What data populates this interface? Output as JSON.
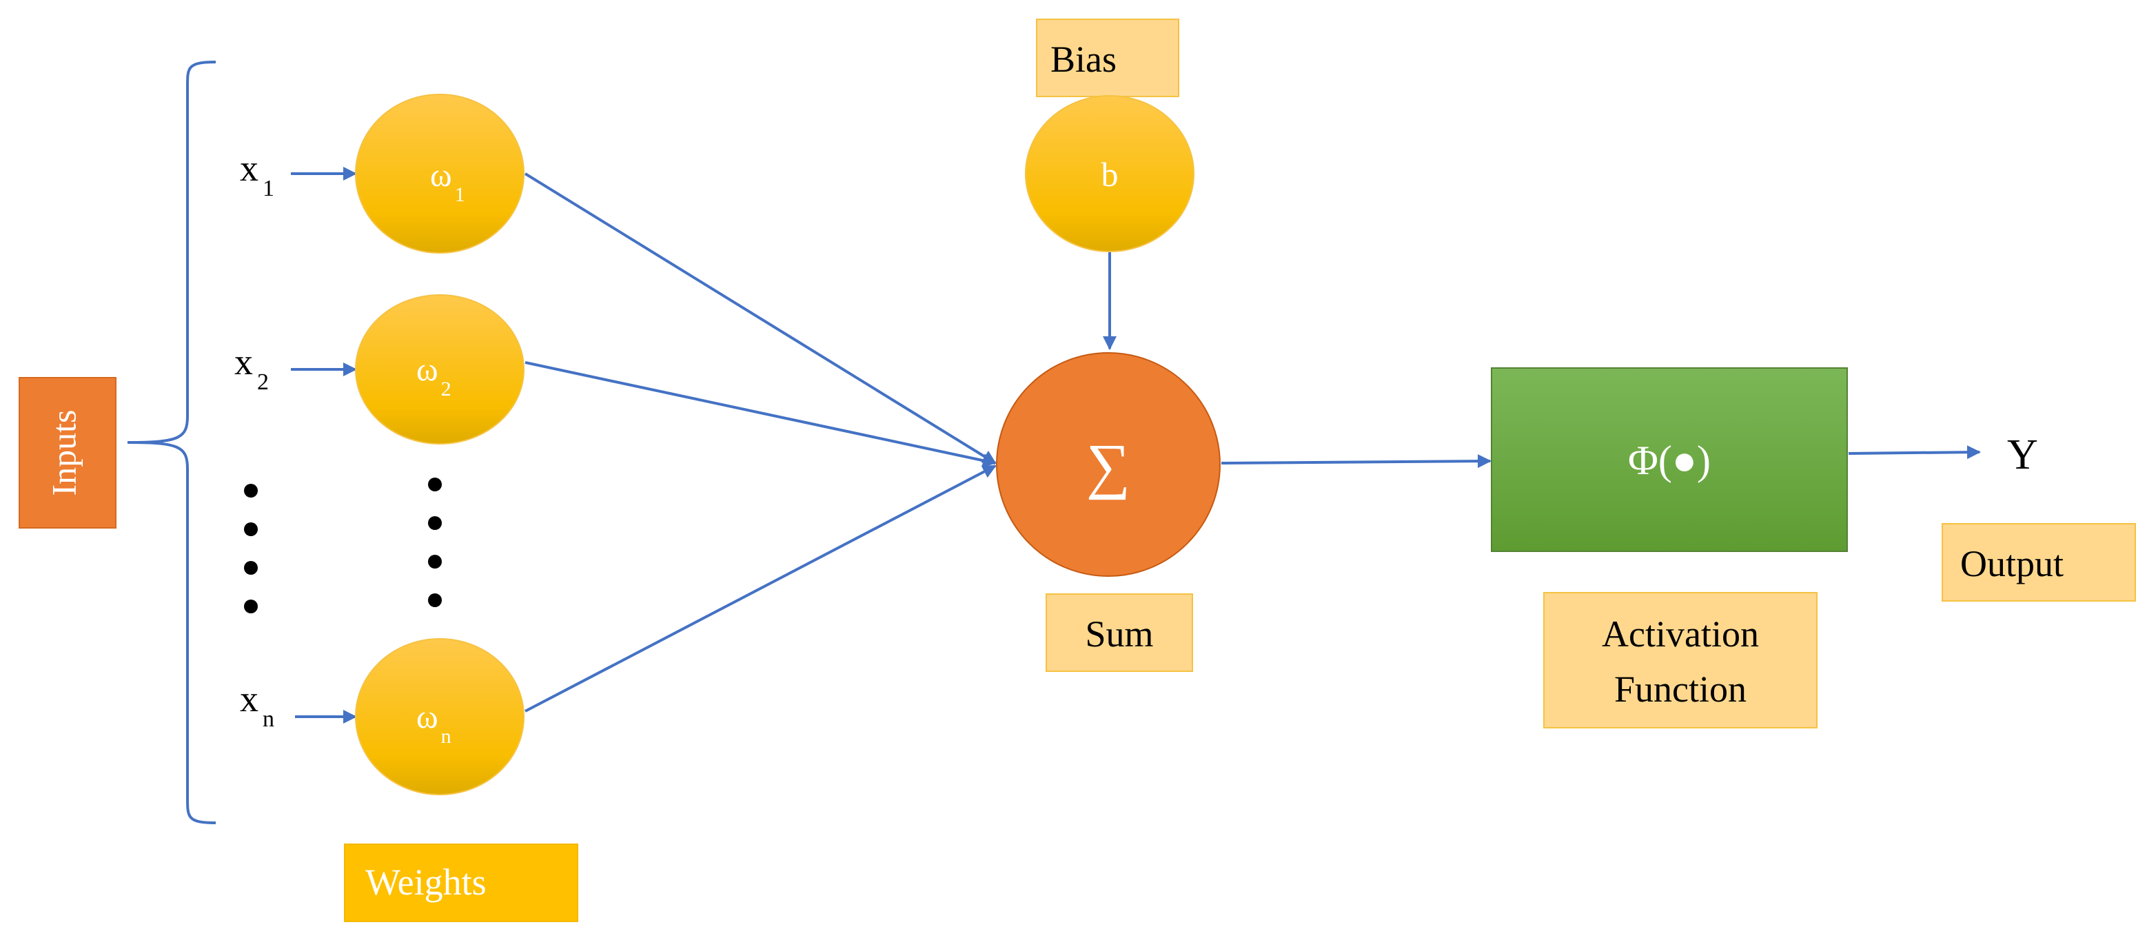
{
  "inputs_label": "Inputs",
  "inputs": [
    {
      "base": "x",
      "sub": "1"
    },
    {
      "base": "x",
      "sub": "2"
    },
    {
      "base": "x",
      "sub": "n"
    }
  ],
  "weights": [
    {
      "base": "ω",
      "sub": "1"
    },
    {
      "base": "ω",
      "sub": "2"
    },
    {
      "base": "ω",
      "sub": "n"
    }
  ],
  "weights_label": "Weights",
  "bias_label": "Bias",
  "bias_symbol": "b",
  "sum_symbol": "∑",
  "sum_label": "Sum",
  "activation_symbol": "Φ(●)",
  "activation_label_line1": "Activation",
  "activation_label_line2": "Function",
  "output_symbol": "Y",
  "output_label": "Output",
  "colors": {
    "connector": "#4472c4",
    "weight_node": "#ffc000",
    "sum_node": "#ed7d31",
    "activation_box": "#70ad47",
    "label_box_fill": "#ffd88e",
    "label_box_border": "#f5c242",
    "inputs_box": "#ed7d31"
  }
}
